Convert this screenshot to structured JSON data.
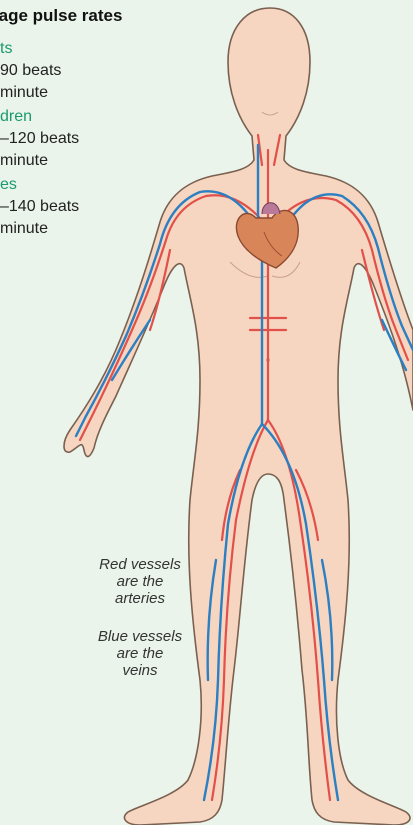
{
  "title": "rage pulse rates",
  "groups": [
    {
      "label": "ts",
      "line1": "90 beats",
      "line2": "minute"
    },
    {
      "label": "dren",
      "line1": "–120 beats",
      "line2": "minute"
    },
    {
      "label": "es",
      "line1": "–140 beats",
      "line2": "minute"
    }
  ],
  "captions": {
    "arteries": {
      "l1": "Red vessels",
      "l2": "are the",
      "l3": "arteries"
    },
    "veins": {
      "l1": "Blue vessels",
      "l2": "are the",
      "l3": "veins"
    }
  },
  "colors": {
    "background": "#eaf4ea",
    "skin": "#f6d6c0",
    "outline": "#7a6050",
    "artery": "#e2504a",
    "vein": "#2b7fc2",
    "accent_text": "#1a9a6e",
    "heart": "#d9855a"
  }
}
